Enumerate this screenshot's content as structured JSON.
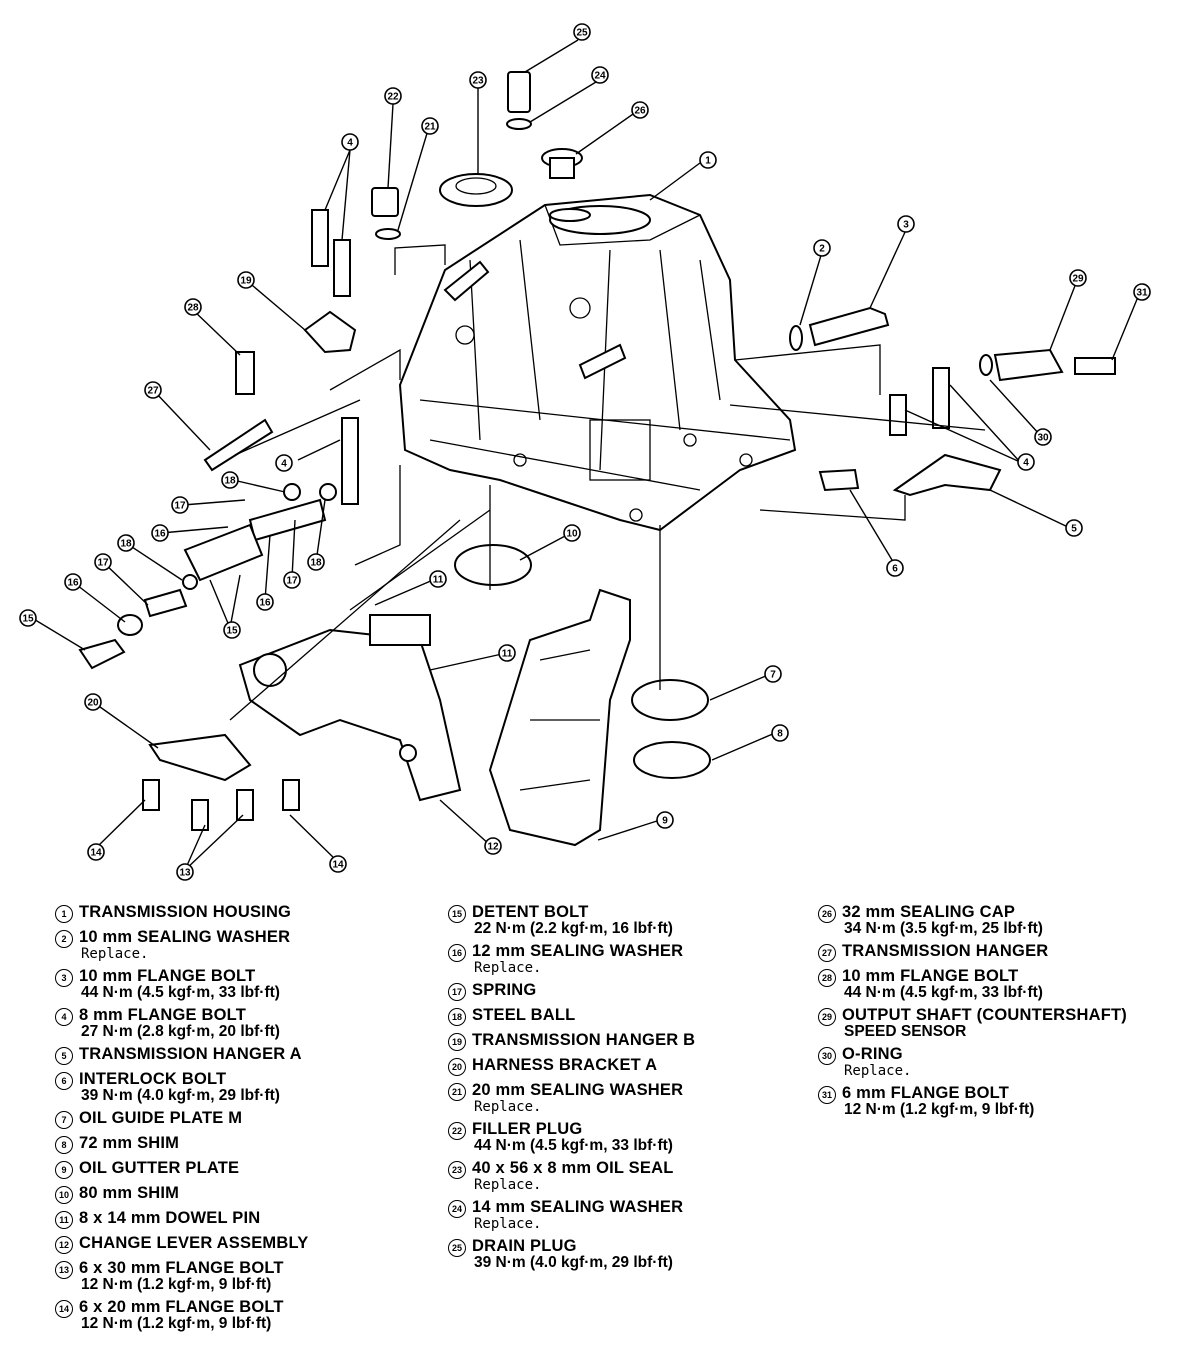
{
  "diagram": {
    "callouts": [
      "1",
      "2",
      "3",
      "4",
      "4",
      "4",
      "5",
      "6",
      "7",
      "8",
      "9",
      "10",
      "11",
      "11",
      "12",
      "13",
      "14",
      "14",
      "15",
      "15",
      "16",
      "16",
      "16",
      "17",
      "17",
      "17",
      "18",
      "18",
      "18",
      "19",
      "20",
      "21",
      "22",
      "23",
      "24",
      "25",
      "26",
      "27",
      "28",
      "29",
      "30",
      "31"
    ]
  },
  "legend": [
    {
      "num": "1",
      "name": "TRANSMISSION HOUSING",
      "spec": "",
      "note": ""
    },
    {
      "num": "2",
      "name": "10 mm SEALING WASHER",
      "spec": "",
      "note": "Replace."
    },
    {
      "num": "3",
      "name": "10 mm FLANGE BOLT",
      "spec": "44 N·m (4.5 kgf·m, 33 lbf·ft)",
      "note": ""
    },
    {
      "num": "4",
      "name": "8 mm FLANGE BOLT",
      "spec": "27 N·m (2.8 kgf·m, 20 lbf·ft)",
      "note": ""
    },
    {
      "num": "5",
      "name": "TRANSMISSION HANGER A",
      "spec": "",
      "note": ""
    },
    {
      "num": "6",
      "name": "INTERLOCK BOLT",
      "spec": "39 N·m (4.0 kgf·m, 29 lbf·ft)",
      "note": ""
    },
    {
      "num": "7",
      "name": "OIL GUIDE PLATE M",
      "spec": "",
      "note": ""
    },
    {
      "num": "8",
      "name": "72 mm SHIM",
      "spec": "",
      "note": ""
    },
    {
      "num": "9",
      "name": "OIL GUTTER PLATE",
      "spec": "",
      "note": ""
    },
    {
      "num": "10",
      "name": "80 mm SHIM",
      "spec": "",
      "note": ""
    },
    {
      "num": "11",
      "name": "8 x 14 mm DOWEL PIN",
      "spec": "",
      "note": ""
    },
    {
      "num": "12",
      "name": "CHANGE LEVER ASSEMBLY",
      "spec": "",
      "note": ""
    },
    {
      "num": "13",
      "name": "6 x 30 mm FLANGE BOLT",
      "spec": "12 N·m (1.2 kgf·m, 9 lbf·ft)",
      "note": ""
    },
    {
      "num": "14",
      "name": "6 x 20 mm FLANGE BOLT",
      "spec": "12 N·m (1.2 kgf·m, 9 lbf·ft)",
      "note": ""
    },
    {
      "num": "15",
      "name": "DETENT BOLT",
      "spec": "22 N·m (2.2 kgf·m, 16 lbf·ft)",
      "note": ""
    },
    {
      "num": "16",
      "name": "12 mm SEALING WASHER",
      "spec": "",
      "note": "Replace."
    },
    {
      "num": "17",
      "name": "SPRING",
      "spec": "",
      "note": ""
    },
    {
      "num": "18",
      "name": "STEEL BALL",
      "spec": "",
      "note": ""
    },
    {
      "num": "19",
      "name": "TRANSMISSION HANGER B",
      "spec": "",
      "note": ""
    },
    {
      "num": "20",
      "name": "HARNESS BRACKET A",
      "spec": "",
      "note": ""
    },
    {
      "num": "21",
      "name": "20 mm SEALING WASHER",
      "spec": "",
      "note": "Replace."
    },
    {
      "num": "22",
      "name": "FILLER PLUG",
      "spec": "44 N·m (4.5 kgf·m, 33 lbf·ft)",
      "note": ""
    },
    {
      "num": "23",
      "name": "40 x 56 x 8 mm OIL SEAL",
      "spec": "",
      "note": "Replace."
    },
    {
      "num": "24",
      "name": "14 mm SEALING WASHER",
      "spec": "",
      "note": "Replace."
    },
    {
      "num": "25",
      "name": "DRAIN PLUG",
      "spec": "39 N·m (4.0 kgf·m, 29 lbf·ft)",
      "note": ""
    },
    {
      "num": "26",
      "name": "32 mm SEALING CAP",
      "spec": "34 N·m (3.5 kgf·m, 25 lbf·ft)",
      "note": ""
    },
    {
      "num": "27",
      "name": "TRANSMISSION HANGER",
      "spec": "",
      "note": ""
    },
    {
      "num": "28",
      "name": "10 mm FLANGE BOLT",
      "spec": "44 N·m (4.5 kgf·m, 33 lbf·ft)",
      "note": ""
    },
    {
      "num": "29",
      "name": "OUTPUT SHAFT (COUNTERSHAFT)",
      "spec": "SPEED SENSOR",
      "note": ""
    },
    {
      "num": "30",
      "name": "O-RING",
      "spec": "",
      "note": "Replace."
    },
    {
      "num": "31",
      "name": "6 mm FLANGE BOLT",
      "spec": "12 N·m (1.2 kgf·m, 9 lbf·ft)",
      "note": ""
    }
  ]
}
